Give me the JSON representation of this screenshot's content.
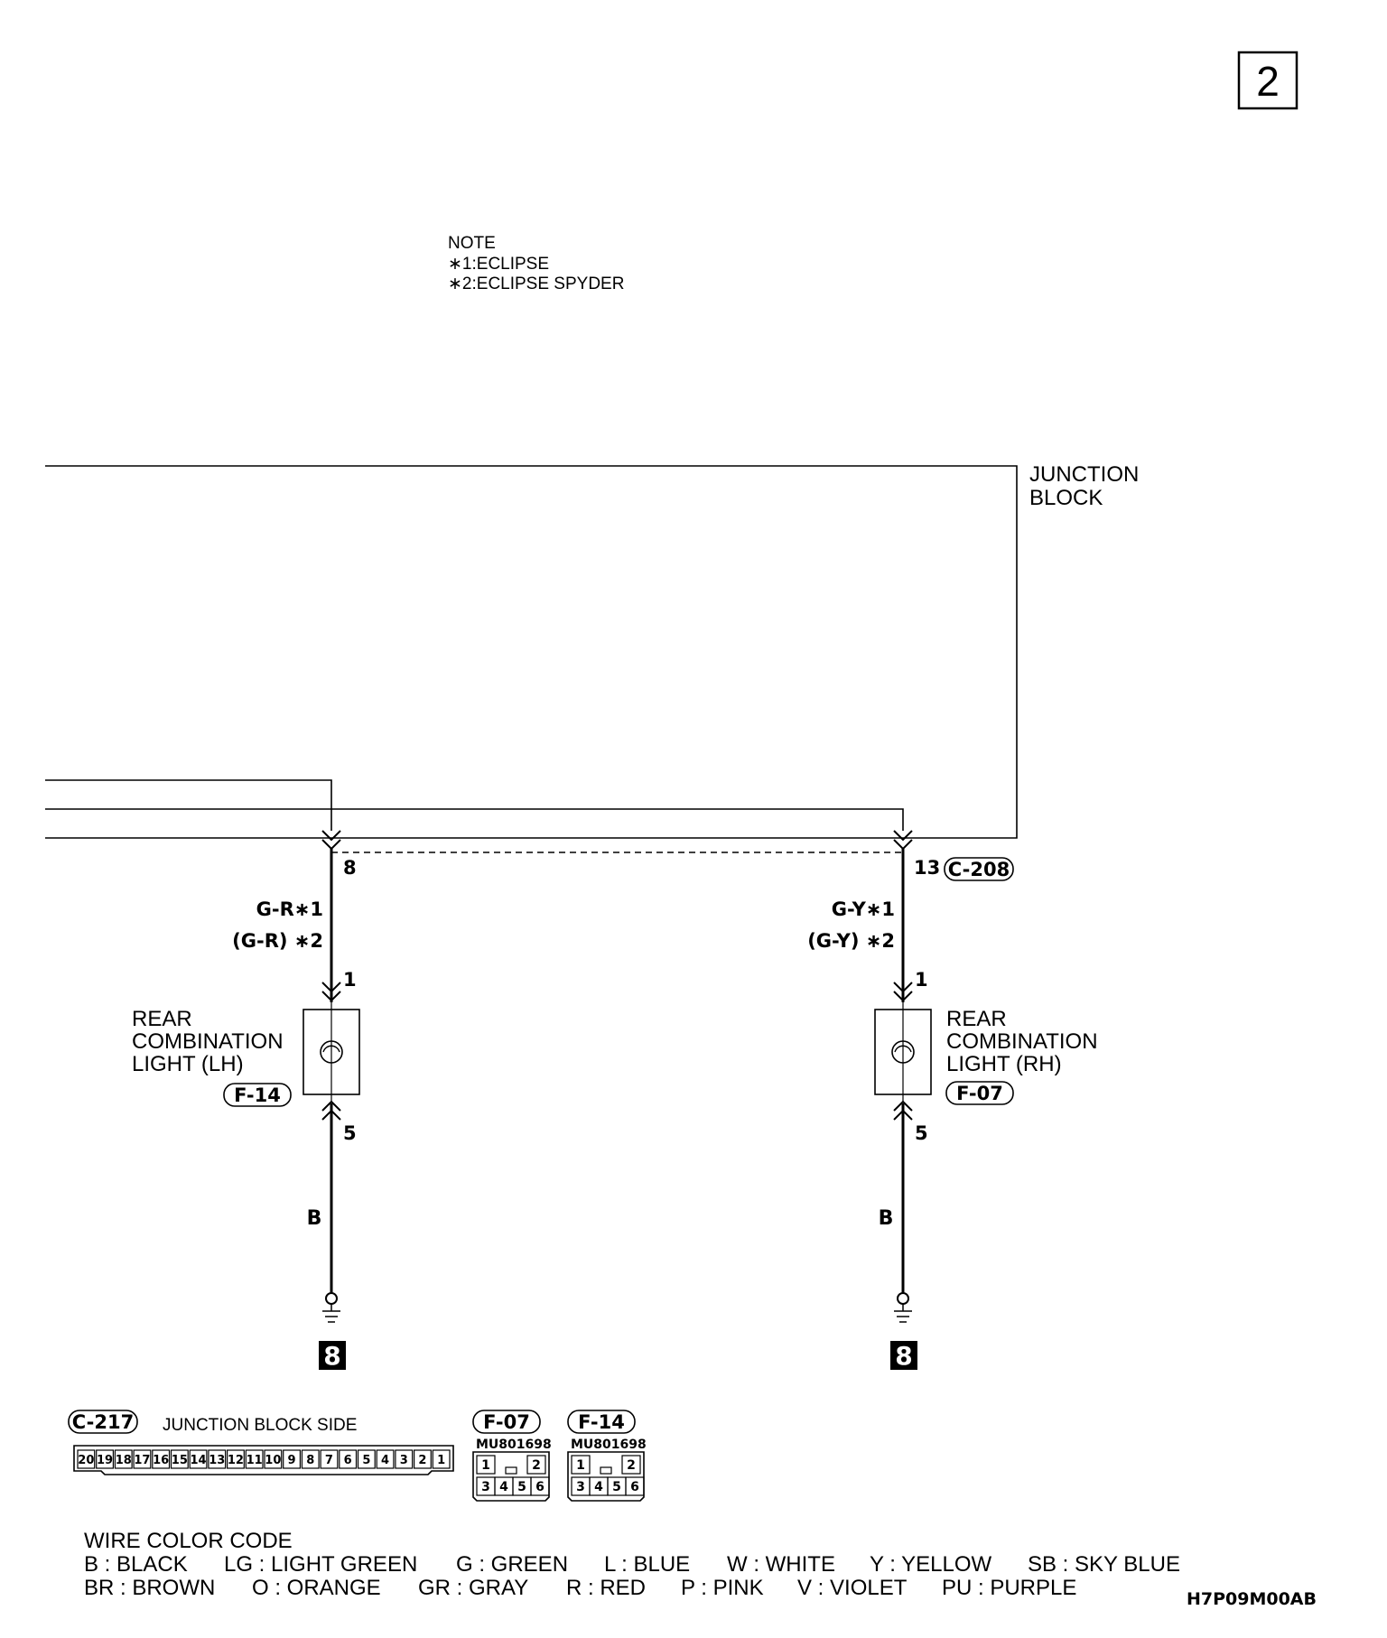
{
  "page_number": "2",
  "note": {
    "title": "NOTE",
    "line1": "∗1:ECLIPSE",
    "line2": "∗2:ECLIPSE SPYDER"
  },
  "junction_block": {
    "line1": "JUNCTION",
    "line2": "BLOCK",
    "connector": "C-208"
  },
  "left_branch": {
    "jb_pin": "8",
    "wire1": "G-R∗1",
    "wire2": "(G-R) ∗2",
    "light_pin_top": "1",
    "light_pin_bottom": "5",
    "light_line1": "REAR",
    "light_line2": "COMBINATION",
    "light_line3": "LIGHT (LH)",
    "light_connector": "F-14",
    "ground_wire": "B",
    "ground_ref": "8"
  },
  "right_branch": {
    "jb_pin": "13",
    "wire1": "G-Y∗1",
    "wire2": "(G-Y) ∗2",
    "light_pin_top": "1",
    "light_pin_bottom": "5",
    "light_line1": "REAR",
    "light_line2": "COMBINATION",
    "light_line3": "LIGHT (RH)",
    "light_connector": "F-07",
    "ground_wire": "B",
    "ground_ref": "8"
  },
  "connectors": {
    "c217": {
      "label": "C-217",
      "side": "JUNCTION BLOCK SIDE",
      "pins": [
        "20",
        "19",
        "18",
        "17",
        "16",
        "15",
        "14",
        "13",
        "12",
        "11",
        "10",
        "9",
        "8",
        "7",
        "6",
        "5",
        "4",
        "3",
        "2",
        "1"
      ]
    },
    "f07": {
      "label": "F-07",
      "part": "MU801698",
      "top": [
        "1",
        "2"
      ],
      "bottom": [
        "3",
        "4",
        "5",
        "6"
      ]
    },
    "f14": {
      "label": "F-14",
      "part": "MU801698",
      "top": [
        "1",
        "2"
      ],
      "bottom": [
        "3",
        "4",
        "5",
        "6"
      ]
    }
  },
  "wire_color_code": {
    "title": "WIRE COLOR CODE",
    "row1": [
      "B : BLACK",
      "LG : LIGHT GREEN",
      "G : GREEN",
      "L : BLUE",
      "W : WHITE",
      "Y : YELLOW",
      "SB : SKY BLUE"
    ],
    "row2": [
      "BR : BROWN",
      "O : ORANGE",
      "GR : GRAY",
      "R : RED",
      "P : PINK",
      "V : VIOLET",
      "PU : PURPLE"
    ]
  },
  "figure_code": "H7P09M00AB"
}
